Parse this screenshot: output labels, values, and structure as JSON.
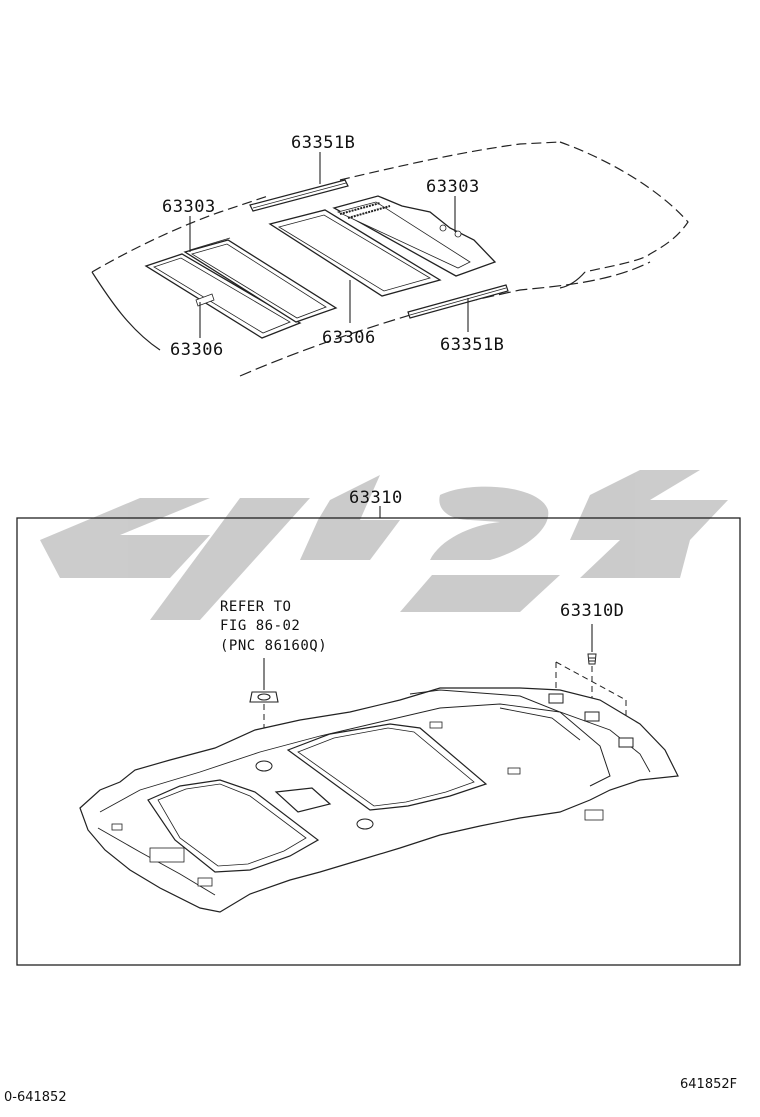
{
  "labels": {
    "top_center": "63351B",
    "top_left_upper": "63303",
    "top_right_upper": "63303",
    "top_left_lower": "63306",
    "top_mid_lower": "63306",
    "top_right_lower": "63351B",
    "main_part": "63310",
    "clip_part": "63310D"
  },
  "refer": {
    "line1": "REFER TO",
    "line2": "FIG 86-02",
    "line3": "(PNC 86160Q)"
  },
  "footer": {
    "left": "0-641852",
    "right": "641852F"
  },
  "colors": {
    "line": "#222222",
    "watermark": "#c9c9c9",
    "background": "#ffffff"
  }
}
